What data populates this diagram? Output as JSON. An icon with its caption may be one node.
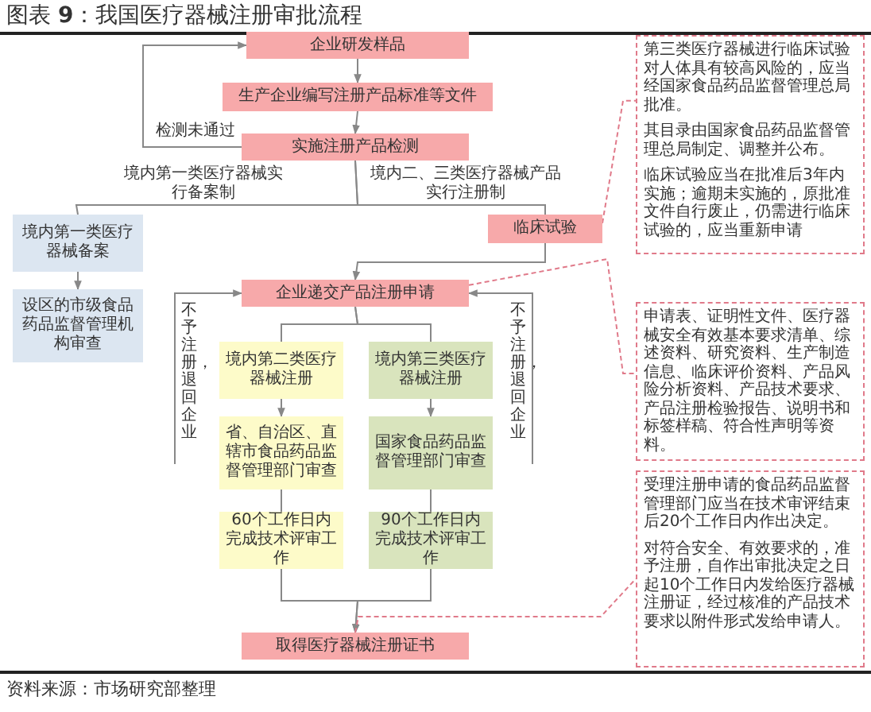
{
  "diagram": {
    "title": "图表 **9**：我国医疗器械注册审批流程",
    "caption": "资料来源：市场研究部整理",
    "nodes": [
      {
        "text": [
          "企业研发样品"
        ]
      },
      {
        "text": [
          "生产企业编写注册产品标准等文件"
        ]
      },
      {
        "text": [
          "实施注册产品检测"
        ]
      },
      {
        "text": [
          "境内第一类医疗器械备案"
        ]
      },
      {
        "text": [
          "设区的市级食品药品监督管理机构审查"
        ]
      },
      {
        "text": [
          "临床试验"
        ]
      },
      {
        "text": [
          "企业递交产品注册申请"
        ]
      },
      {
        "text": [
          "境内第二类医疗器械注册"
        ]
      },
      {
        "text": [
          "境内第三类医疗器械注册"
        ]
      },
      {
        "text": [
          "省、自治区、直辖市食品药品监督管理部门审查"
        ]
      },
      {
        "text": [
          "国家食品药品监督管理部门审查"
        ]
      },
      {
        "text": [
          "60个工作日内完成技术评审工作"
        ]
      },
      {
        "text": [
          "90个工作日内完成技术评审工作"
        ]
      },
      {
        "text": [
          "取得医疗器械注册证书"
        ]
      },
      {
        "text": [
          "第三类医疗器械进行临床试验对人体具有较高风险的，应当经国家食品药品监督管理总局批准。",
          "其目录由国家食品药品监督管理总局制定、调整并公布。",
          "临床试验应当在批准后3年内实施；逾期未实施的，原批准文件自行废止，仍需进行临床试验的，应当重新申请"
        ]
      },
      {
        "text": [
          "申请表、证明性文件、医疗器械安全有效基本要求清单、综述资料、研究资料、生产制造信息、临床评价资料、产品风险分析资料、产品技术要求、产品注册检验报告、说明书和标签样稿、符合性声明等资料。"
        ]
      },
      {
        "text": [
          "受理注册申请的食品药品监督管理部门应当在技术审评结束后20个工作日内作出决定。",
          "对符合安全、有效要求的，准予注册，自作出审批决定之日起10个工作日内发给医疗器械注册证，经过核准的产品技术要求以附件形式发给申请人。"
        ]
      }
    ],
    "edges": [
      {
        "from": 2,
        "to": 0,
        "arrow": "to",
        "label": "检测未通过"
      },
      {
        "from": 0,
        "to": 1,
        "arrow": "to"
      },
      {
        "from": 1,
        "to": 2,
        "arrow": "to"
      },
      {
        "from": 2,
        "to": 3,
        "arrow": "none",
        "label": "境内第一类医疗器械实行备案制"
      },
      {
        "from": 2,
        "to": 5,
        "arrow": "none",
        "label": "境内二、三类医疗器械产品实行注册制"
      },
      {
        "from": 5,
        "to": 6,
        "arrow": "to"
      },
      {
        "from": 3,
        "to": 4,
        "arrow": "to"
      },
      {
        "from": 6,
        "to": 7,
        "arrow": "none"
      },
      {
        "from": 6,
        "to": 8,
        "arrow": "none"
      },
      {
        "from": 7,
        "to": 9,
        "arrow": "to"
      },
      {
        "from": 8,
        "to": 10,
        "arrow": "to"
      },
      {
        "from": 9,
        "to": 11,
        "arrow": "none"
      },
      {
        "from": 10,
        "to": 12,
        "arrow": "none"
      },
      {
        "from": 11,
        "to": 13,
        "arrow": "to"
      },
      {
        "from": 12,
        "to": 13,
        "arrow": "to"
      },
      {
        "from": null,
        "to": 6,
        "arrow": "to",
        "label": "不予注册，退回企业"
      },
      {
        "from": null,
        "to": 6,
        "arrow": "to",
        "label": "不予注册，退回企业"
      },
      {
        "from": 5,
        "to": 14,
        "arrow": "none",
        "style": "dashed",
        "color": "#e07a8a"
      },
      {
        "from": 6,
        "to": 15,
        "arrow": "none",
        "style": "dashed",
        "color": "#e07a8a"
      },
      {
        "from": 13,
        "to": 16,
        "arrow": "none",
        "style": "dashed",
        "color": "#e07a8a"
      }
    ]
  }
}
